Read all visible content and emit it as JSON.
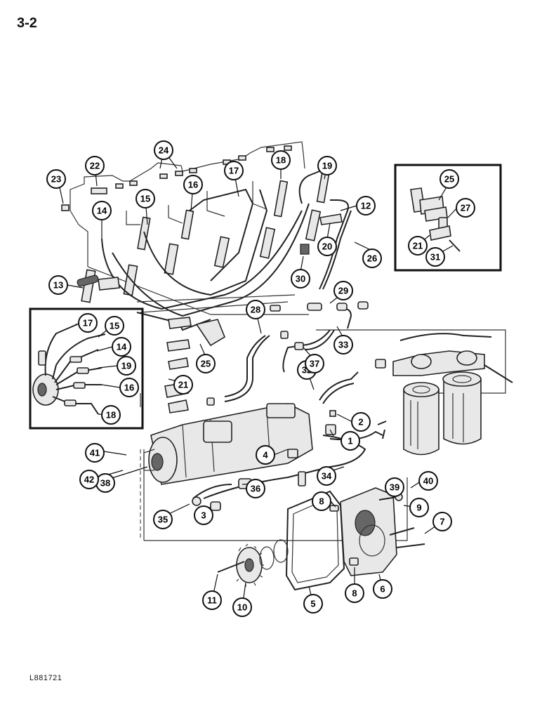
{
  "page_number": "3-2",
  "drawing_code": "L881721",
  "callouts": [
    {
      "id": "c1",
      "label": "1"
    },
    {
      "id": "c2",
      "label": "2"
    },
    {
      "id": "c3",
      "label": "3"
    },
    {
      "id": "c4",
      "label": "4"
    },
    {
      "id": "c5",
      "label": "5"
    },
    {
      "id": "c6",
      "label": "6"
    },
    {
      "id": "c7",
      "label": "7"
    },
    {
      "id": "c8a",
      "label": "8"
    },
    {
      "id": "c8b",
      "label": "8"
    },
    {
      "id": "c9",
      "label": "9"
    },
    {
      "id": "c10",
      "label": "10"
    },
    {
      "id": "c11",
      "label": "11"
    },
    {
      "id": "c12",
      "label": "12"
    },
    {
      "id": "c13",
      "label": "13"
    },
    {
      "id": "c14",
      "label": "14"
    },
    {
      "id": "c15",
      "label": "15"
    },
    {
      "id": "c16",
      "label": "16"
    },
    {
      "id": "c17",
      "label": "17"
    },
    {
      "id": "c18",
      "label": "18"
    },
    {
      "id": "c19",
      "label": "19"
    },
    {
      "id": "c20",
      "label": "20"
    },
    {
      "id": "c21",
      "label": "21"
    },
    {
      "id": "c22",
      "label": "22"
    },
    {
      "id": "c23",
      "label": "23"
    },
    {
      "id": "c24",
      "label": "24"
    },
    {
      "id": "c25",
      "label": "25"
    },
    {
      "id": "c26",
      "label": "26"
    },
    {
      "id": "c28",
      "label": "28"
    },
    {
      "id": "c29",
      "label": "29"
    },
    {
      "id": "c30",
      "label": "30"
    },
    {
      "id": "c32",
      "label": "32"
    },
    {
      "id": "c33",
      "label": "33"
    },
    {
      "id": "c34",
      "label": "34"
    },
    {
      "id": "c35",
      "label": "35"
    },
    {
      "id": "c36",
      "label": "36"
    },
    {
      "id": "c37",
      "label": "37"
    },
    {
      "id": "c38",
      "label": "38"
    },
    {
      "id": "c39",
      "label": "39"
    },
    {
      "id": "c40",
      "label": "40"
    },
    {
      "id": "c41",
      "label": "41"
    },
    {
      "id": "c42",
      "label": "42"
    },
    {
      "id": "r25",
      "label": "25"
    },
    {
      "id": "r27",
      "label": "27"
    },
    {
      "id": "r21",
      "label": "21"
    },
    {
      "id": "r31",
      "label": "31"
    },
    {
      "id": "l17",
      "label": "17"
    },
    {
      "id": "l15",
      "label": "15"
    },
    {
      "id": "l14",
      "label": "14"
    },
    {
      "id": "l19",
      "label": "19"
    },
    {
      "id": "l16",
      "label": "16"
    },
    {
      "id": "l18",
      "label": "18"
    }
  ]
}
